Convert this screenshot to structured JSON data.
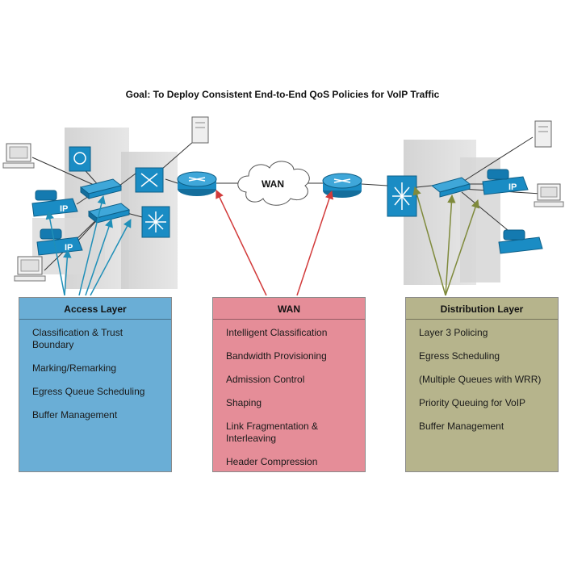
{
  "title": "Goal: To Deploy Consistent End-to-End QoS Policies for VoIP Traffic",
  "cloud_label": "WAN",
  "phone_label": "IP",
  "panels": {
    "access": {
      "header": "Access Layer",
      "items": [
        "Classification & Trust Boundary",
        "Marking/Remarking",
        "Egress Queue Scheduling",
        "Buffer Management"
      ]
    },
    "wan": {
      "header": "WAN",
      "items": [
        "Intelligent Classification",
        "Bandwidth Provisioning",
        "Admission Control",
        "Shaping",
        "Link Fragmentation & Interleaving",
        "Header Compression"
      ]
    },
    "distribution": {
      "header": "Distribution Layer",
      "items": [
        "Layer 3 Policing",
        "Egress Scheduling",
        "(Multiple Queues with WRR)",
        "Priority Queuing for VoIP",
        "Buffer Management"
      ]
    }
  },
  "colors": {
    "access_panel": "#6aaed6",
    "wan_panel": "#e58d98",
    "distribution_panel": "#b6b48c",
    "access_arrows": "#1f8fb8",
    "wan_arrows": "#d23b3b",
    "distribution_arrows": "#7f8a3c",
    "device_blue": "#1a8cc4"
  }
}
